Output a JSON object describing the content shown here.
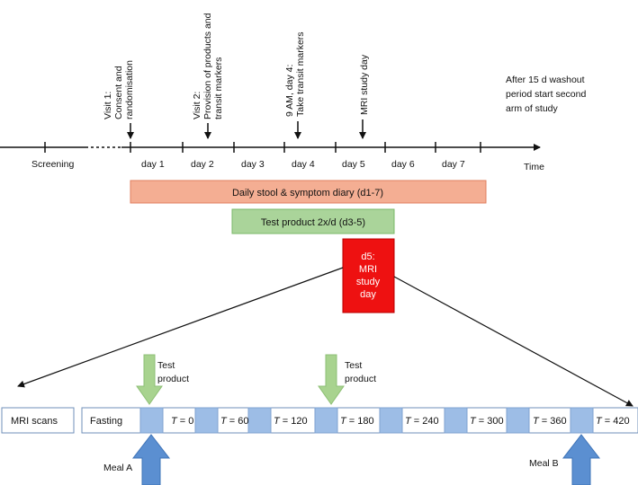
{
  "timeline": {
    "screening_label": "Screening",
    "time_label": "Time",
    "days": [
      "day 1",
      "day 2",
      "day 3",
      "day 4",
      "day 5",
      "day 6",
      "day 7"
    ]
  },
  "visits": [
    {
      "line1": "Visit 1:",
      "line2": "Consent and",
      "line3": "randomisation"
    },
    {
      "line1": "Visit 2:",
      "line2": "Provision of products and",
      "line3": "transit markers"
    },
    {
      "line1": "9 AM, day 4:",
      "line2": "Take transit markers"
    },
    {
      "line1": "MRI study day"
    }
  ],
  "washout_note": [
    "After 15 d washout",
    "period start second",
    "arm of study"
  ],
  "bars": {
    "diary_label": "Daily stool & symptom diary (d1-7)",
    "test_product_label": "Test product 2x/d (d3-5)",
    "mri_day_lines": [
      "d5:",
      "MRI",
      "study",
      "day"
    ]
  },
  "colors": {
    "diary_fill": "#f4ae93",
    "diary_stroke": "#e07f5f",
    "product_fill": "#aad49a",
    "product_stroke": "#7bb86a",
    "mri_fill": "#ee1111",
    "slot_fill": "#9dbde6",
    "meal_arrow": "#5b8fd1",
    "test_arrow": "#a8d38f"
  },
  "schedule": {
    "mri_scans_label": "MRI scans",
    "fasting_label": "Fasting",
    "t_symbol": "T",
    "times": [
      "= 0",
      "= 60",
      "= 120",
      "= 180",
      "= 240",
      "= 300",
      "= 360",
      "= 420"
    ],
    "test_product_line1": "Test",
    "test_product_line2": "product",
    "meal_a": "Meal A",
    "meal_b": "Meal B"
  }
}
